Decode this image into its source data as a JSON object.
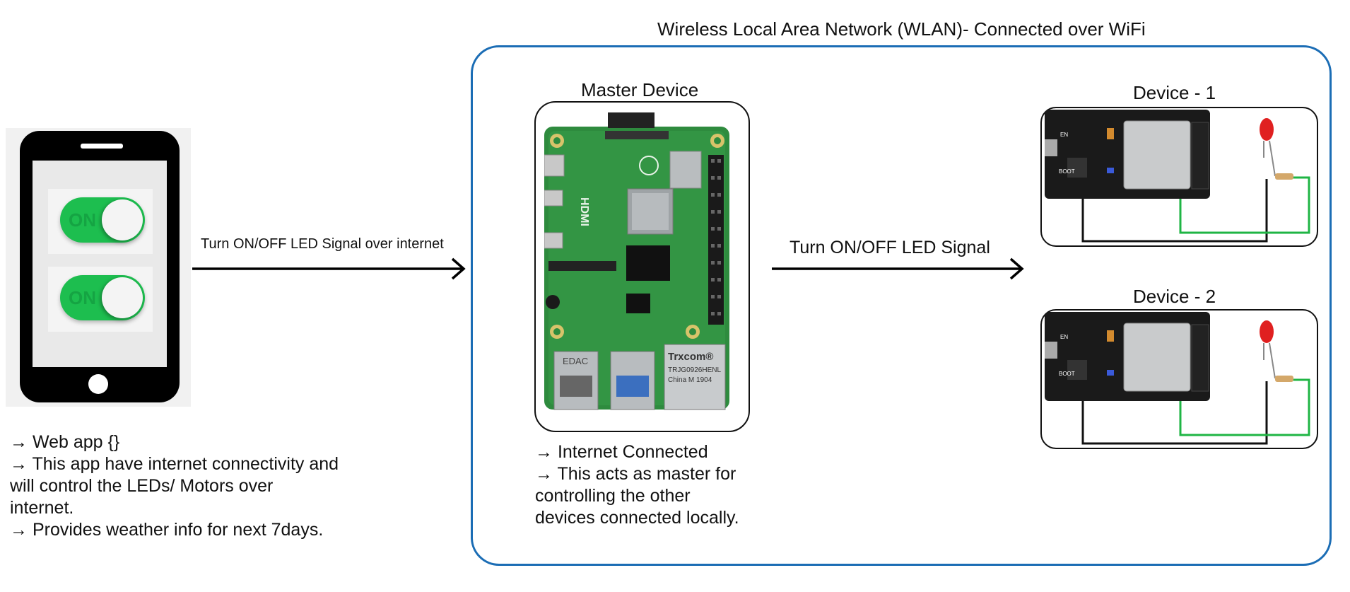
{
  "wlan": {
    "title": "Wireless Local Area Network (WLAN)- Connected over WiFi"
  },
  "phone": {
    "toggles": [
      {
        "label": "ON"
      },
      {
        "label": "ON"
      }
    ],
    "notes": [
      "→ Web app {}",
      "→ This app have internet connectivity and",
      "will control the LEDs/ Motors over",
      "internet.",
      "→ Provides weather info for next 7days."
    ]
  },
  "arrows": {
    "internet_label": "Turn ON/OFF LED Signal over internet",
    "local_label": "Turn ON/OFF LED Signal"
  },
  "master": {
    "title": "Master Device",
    "board_text": {
      "trxcom": "Trxcom®",
      "model": "TRJG0926HENL",
      "china": "China M 1904",
      "edac": "EDAC",
      "hdmi": "HDMI"
    },
    "notes": [
      "→ Internet Connected",
      "→ This acts as master for",
      "controlling the other",
      "devices connected locally."
    ]
  },
  "devices": [
    {
      "title": "Device - 1",
      "en": "EN",
      "boot": "BOOT"
    },
    {
      "title": "Device - 2",
      "en": "EN",
      "boot": "BOOT"
    }
  ],
  "colors": {
    "wlan_border": "#1b6db5",
    "toggle_green": "#1dbe4f",
    "pcb_green": "#2e8b3e",
    "esp_board": "#1a1a1a",
    "wire_green": "#1fb544",
    "led_red": "#e02020"
  }
}
